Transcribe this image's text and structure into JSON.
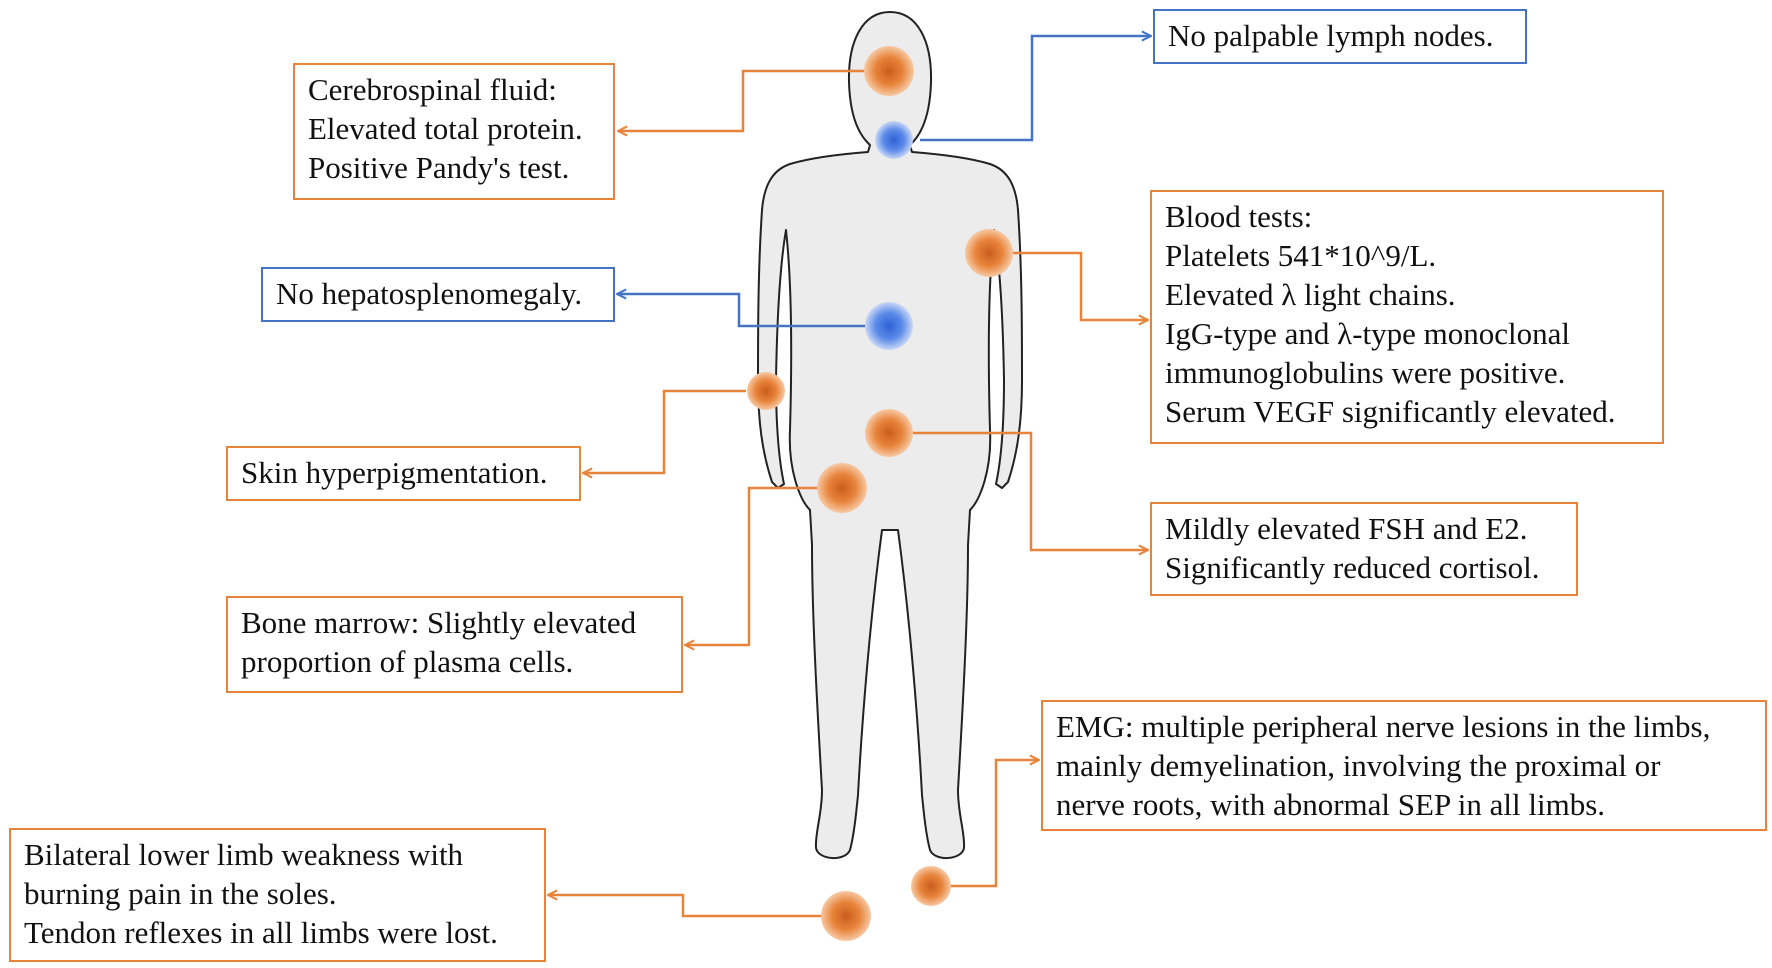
{
  "colors": {
    "finding_abnormal": "#e8833a",
    "finding_normal": "#4472c4",
    "body_fill": "#ececec",
    "body_stroke": "#222222"
  },
  "findings": {
    "csf": {
      "lines": [
        "Cerebrospinal fluid:",
        "Elevated total protein.",
        "Positive Pandy's test."
      ]
    },
    "lymph": {
      "lines": [
        "No palpable lymph nodes."
      ]
    },
    "blood": {
      "lines": [
        "Blood tests:",
        "Platelets 541*10^9/L.",
        "Elevated λ light chains.",
        "IgG-type and λ-type monoclonal",
        "immunoglobulins were positive.",
        "Serum VEGF significantly elevated."
      ]
    },
    "liver": {
      "lines": [
        "No hepatosplenomegaly."
      ]
    },
    "skin": {
      "lines": [
        "Skin hyperpigmentation."
      ]
    },
    "hormone": {
      "lines": [
        "Mildly elevated FSH and E2.",
        "Significantly reduced cortisol."
      ]
    },
    "marrow": {
      "lines": [
        "Bone marrow: Slightly elevated",
        "proportion of plasma cells."
      ]
    },
    "emg": {
      "lines": [
        "EMG: multiple peripheral nerve lesions in the limbs,",
        "mainly demyelination, involving the proximal or",
        "nerve roots, with abnormal SEP in all limbs."
      ]
    },
    "limb": {
      "lines": [
        "Bilateral lower limb weakness with",
        "burning pain in the soles.",
        "Tendon reflexes in all limbs were lost."
      ]
    }
  }
}
